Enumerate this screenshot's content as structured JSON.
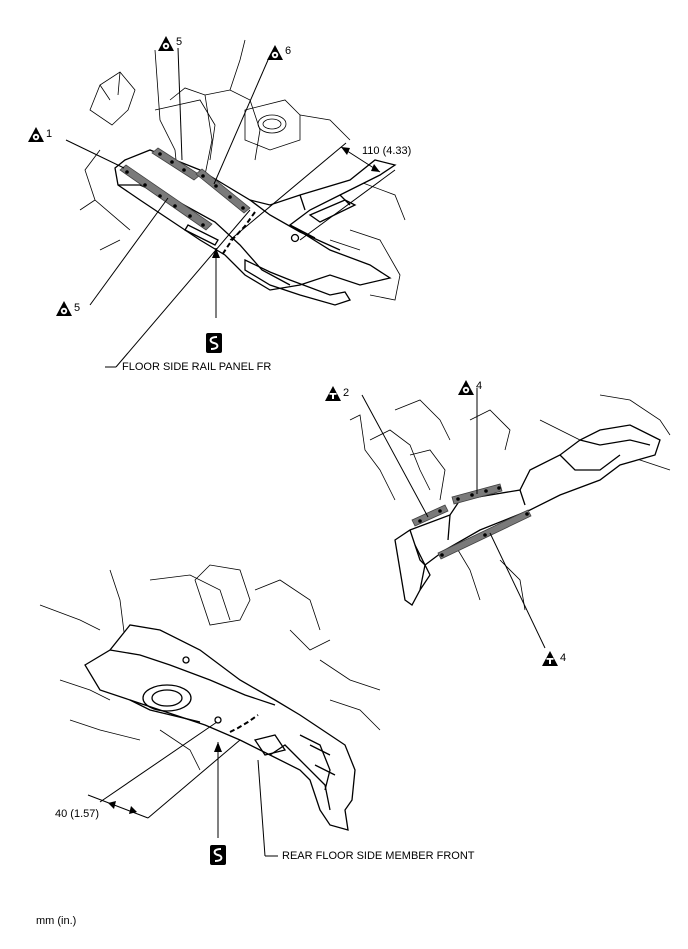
{
  "callouts": {
    "c1": "1",
    "c2": "2",
    "c4_top": "4",
    "c4_bottom": "4",
    "c5_top": "5",
    "c5_bottom": "5",
    "c6": "6"
  },
  "labels": {
    "dim_top": "110 (4.33)",
    "dim_bottom": "40 (1.57)",
    "part_top": "FLOOR SIDE RAIL PANEL FR",
    "part_bottom": "REAR FLOOR SIDE MEMBER FRONT",
    "unit_note": "mm (in.)"
  },
  "icons": {
    "weld_symbol": "spot-weld-triangle-icon",
    "nut_symbol": "nut-triangle-icon",
    "section_symbol": "section-cut-icon"
  },
  "colors": {
    "line": "#000000",
    "weld_band": "#7a7a7a",
    "weld_band_edge": "#404040",
    "background": "#ffffff"
  }
}
